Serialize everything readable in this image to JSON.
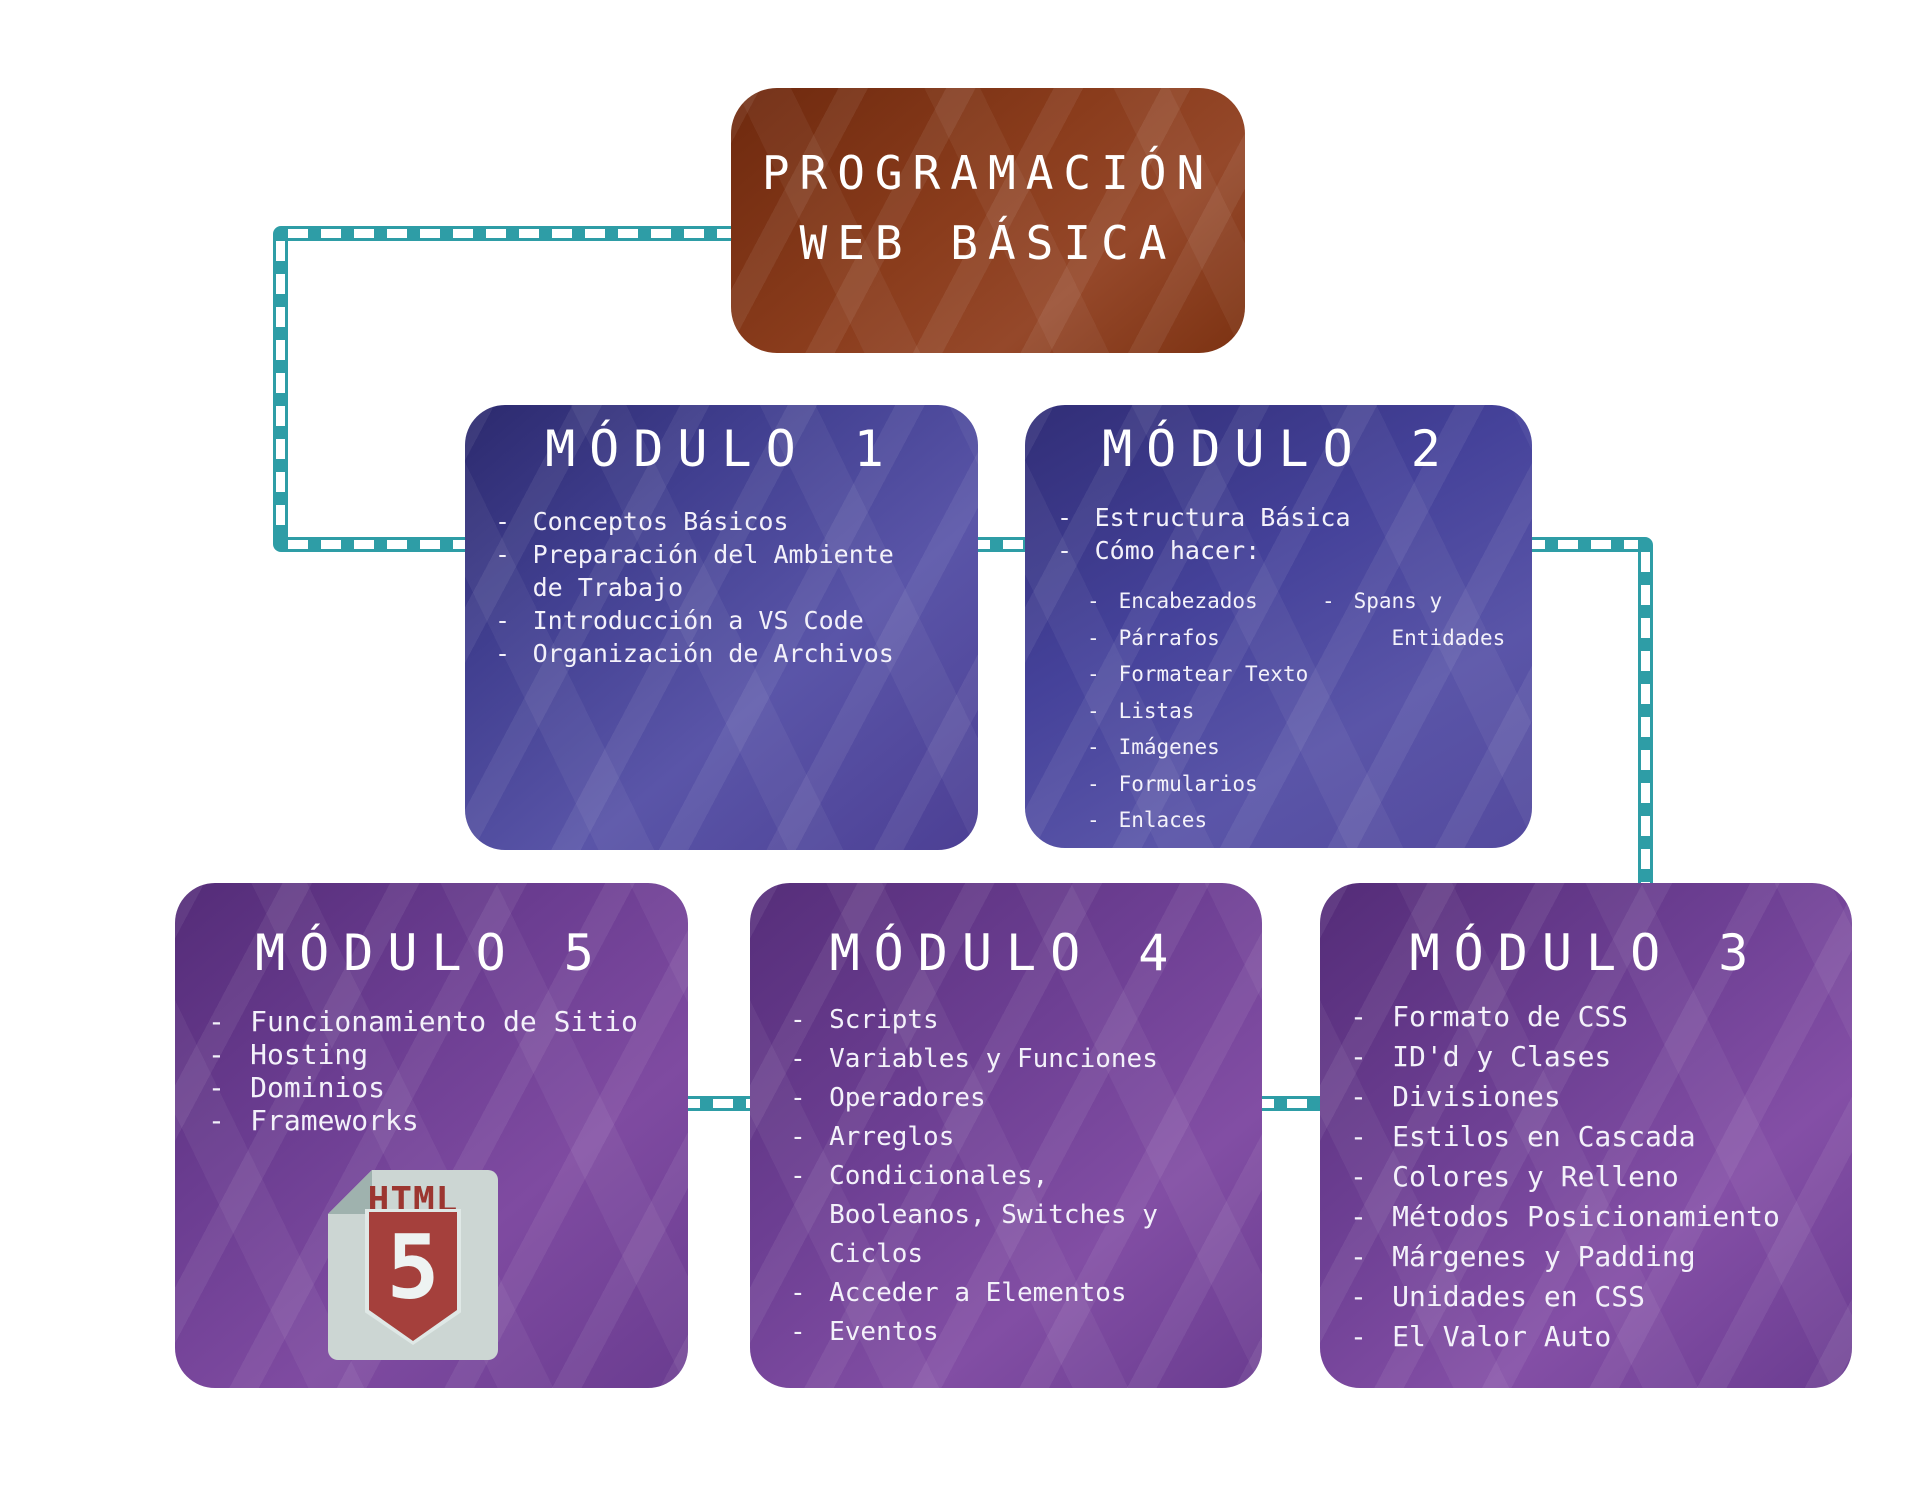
{
  "title": {
    "line1": "PROGRAMACIÓN",
    "line2": "WEB BÁSICA"
  },
  "modules": {
    "m1": {
      "heading": "MÓDULO 1",
      "items": [
        "Conceptos Básicos",
        "Preparación del Ambiente\nde Trabajo",
        "Introducción a VS Code",
        "Organización de Archivos"
      ]
    },
    "m2": {
      "heading": "MÓDULO 2",
      "items": [
        "Estructura Básica",
        "Cómo hacer:"
      ],
      "sub_left": [
        "Encabezados",
        "Párrafos",
        "Formatear Texto",
        "Listas",
        "Imágenes",
        "Formularios",
        "Enlaces"
      ],
      "sub_right": [
        "Spans y\n   Entidades"
      ]
    },
    "m3": {
      "heading": "MÓDULO 3",
      "items": [
        "Formato de CSS",
        "ID'd y Clases",
        "Divisiones",
        "Estilos en Cascada",
        "Colores y Relleno",
        "Métodos Posicionamiento",
        "Márgenes y Padding",
        "Unidades en CSS",
        "El Valor Auto"
      ]
    },
    "m4": {
      "heading": "MÓDULO 4",
      "items": [
        "Scripts",
        "Variables y Funciones",
        "Operadores",
        "Arreglos",
        "Condicionales,\nBooleanos, Switches y\nCiclos",
        "Acceder a Elementos",
        "Eventos"
      ]
    },
    "m5": {
      "heading": "MÓDULO 5",
      "items": [
        "Funcionamiento de Sitio",
        "Hosting",
        "Dominios",
        "Frameworks"
      ]
    }
  },
  "html5_icon": {
    "word": "HTML",
    "number": "5"
  },
  "colors": {
    "teal": "#2e9da6",
    "title-accent": "#8a3a1b",
    "module-top-accent": "#4a4797",
    "module-bottom-accent": "#6d3f92",
    "page": "#ccd6d3",
    "shield": "#a5403c"
  }
}
